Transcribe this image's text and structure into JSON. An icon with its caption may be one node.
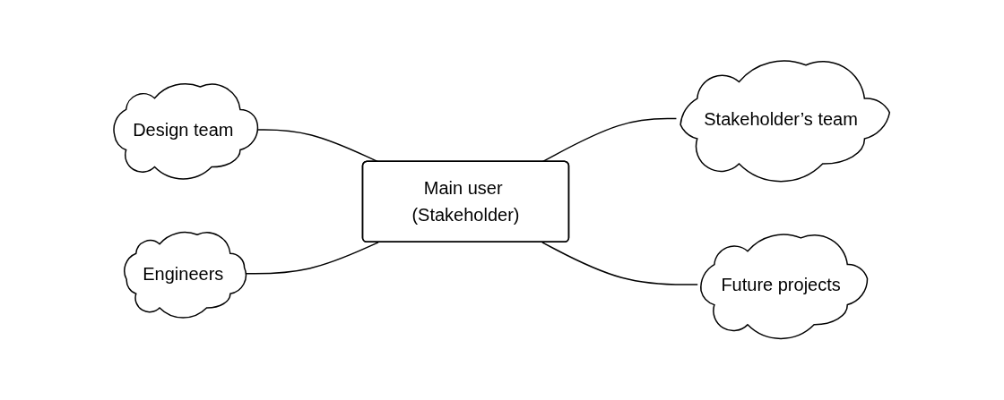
{
  "diagram": {
    "nodes": [
      {
        "text": [
          "Design team"
        ]
      },
      {
        "text": [
          "Stakeholder’s team"
        ]
      },
      {
        "text": [
          "Main user (Stakeholder)"
        ]
      },
      {
        "text": [
          "Engineers"
        ]
      },
      {
        "text": [
          "Future projects"
        ]
      }
    ],
    "edges": [
      {
        "from": 0,
        "to": 2,
        "arrow": "none"
      },
      {
        "from": 2,
        "to": 1,
        "arrow": "none"
      },
      {
        "from": 3,
        "to": 2,
        "arrow": "none"
      },
      {
        "from": 2,
        "to": 4,
        "arrow": "none"
      }
    ]
  }
}
